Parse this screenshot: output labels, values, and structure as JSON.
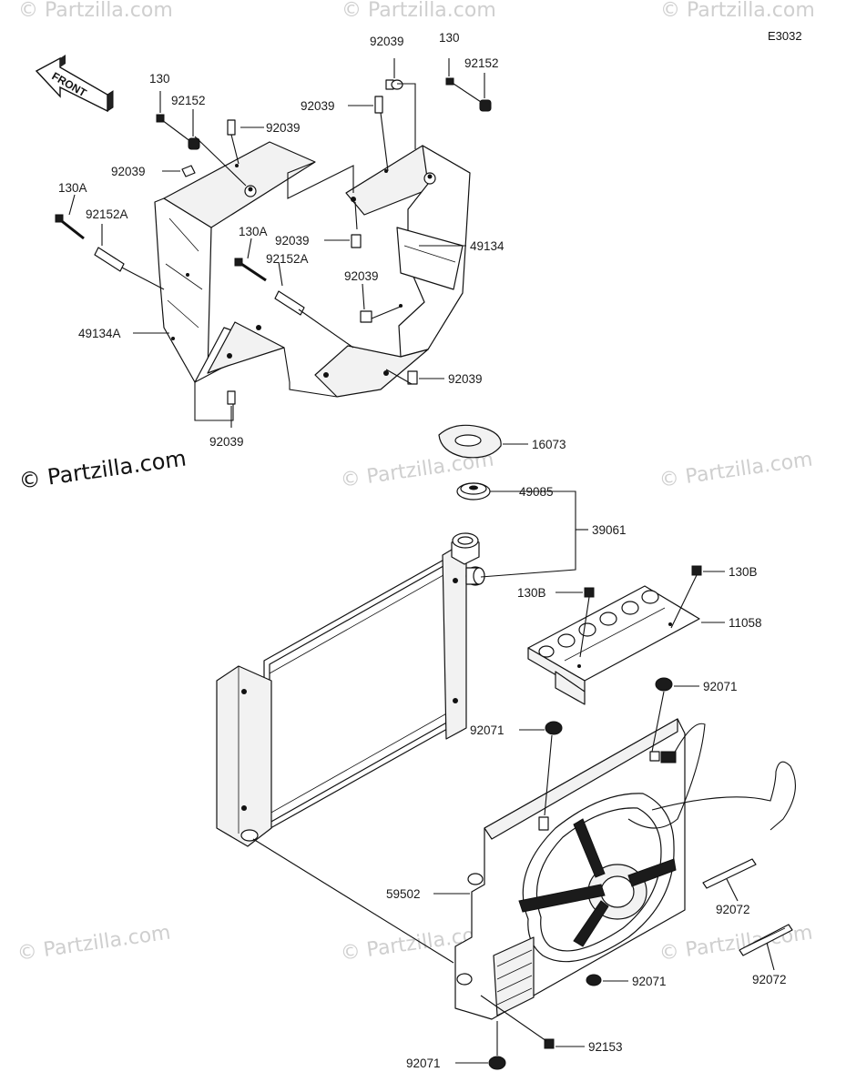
{
  "diagram_code": "E3032",
  "front_label": "FRONT",
  "watermark_main": "© Partzilla.com",
  "watermark_faint": "© Partzilla.com",
  "part_labels": {
    "l130_top": "130",
    "l92039_top": "92039",
    "l92152_top": "92152",
    "l92039_a": "92039",
    "l130_left": "130",
    "l92152_left": "92152",
    "l92039_b": "92039",
    "l92039_c": "92039",
    "l130A_left": "130A",
    "l92152A_left": "92152A",
    "l92039_d": "92039",
    "l49134": "49134",
    "l130A_mid": "130A",
    "l92152A_mid": "92152A",
    "l92039_e": "92039",
    "l49134A": "49134A",
    "l92039_f": "92039",
    "l92039_g": "92039",
    "l16073": "16073",
    "l49085": "49085",
    "l39061": "39061",
    "l130B_right": "130B",
    "l130B_left": "130B",
    "l11058": "11058",
    "l92071_a": "92071",
    "l92071_b": "92071",
    "l59502": "59502",
    "l92072_a": "92072",
    "l92072_b": "92072",
    "l92071_c": "92071",
    "l92153": "92153",
    "l92071_d": "92071"
  }
}
